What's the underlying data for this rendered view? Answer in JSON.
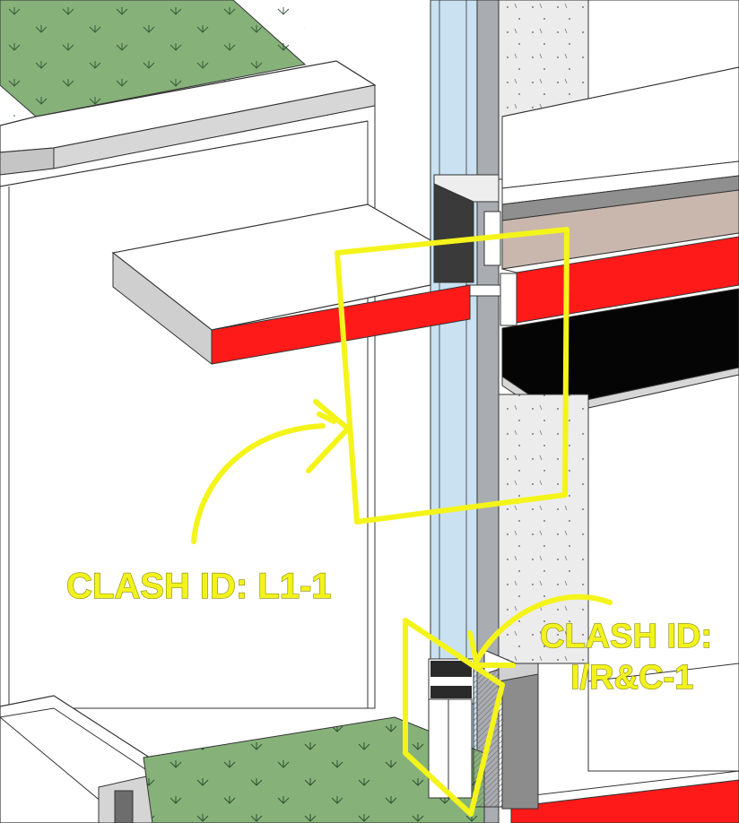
{
  "annotations": {
    "clash_1": {
      "label": "CLASH ID: L1-1"
    },
    "clash_2": {
      "line1": "CLASH ID:",
      "line2": "I/R&C-1"
    }
  },
  "colors": {
    "highlight_red": "#ff1a1a",
    "markup_yellow": "#f4f41a",
    "roof_green": "#86b27a",
    "glazing_blue": "#c9e1f1",
    "concrete_grey": "#ececec"
  }
}
